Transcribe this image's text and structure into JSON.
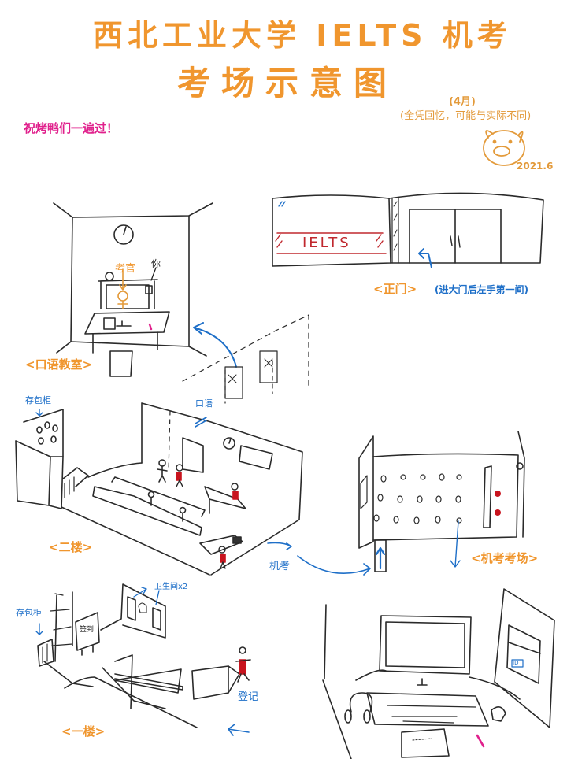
{
  "header": {
    "title_line1": "西北工业大学 IELTS 机考",
    "title_line2": "考场示意图",
    "month_note": "(4月)",
    "disclaimer": "(全凭回忆，可能与实际不同)",
    "date": "2021.6",
    "wish": "祝烤鸭们一遍过！"
  },
  "sections": {
    "speaking_room": {
      "label": "<口语教室>",
      "examiner_label": "考官",
      "you_label": "你"
    },
    "main_entrance": {
      "label": "<正门>",
      "note": "(进大门后左手第一间)",
      "sign_text": "IELTS"
    },
    "second_floor": {
      "label": "<二楼>",
      "locker_label": "存包柜",
      "speaking_arrow_label": "口语",
      "computer_exam_label": "机考"
    },
    "computer_exam_room": {
      "label": "<机考考场>"
    },
    "first_floor": {
      "label": "<一楼>",
      "locker_label": "存包柜",
      "restroom_label": "卫生间x2",
      "board_label": "签到",
      "register_label": "登记"
    },
    "computer_desk": {
      "id_label": "ID"
    }
  },
  "colors": {
    "title_orange": "#f0962e",
    "wish_pink": "#e0208c",
    "note_blue": "#1e6fc8",
    "sign_red": "#c0282e",
    "person_red": "#c8141e",
    "ink": "#2a2a2a"
  }
}
